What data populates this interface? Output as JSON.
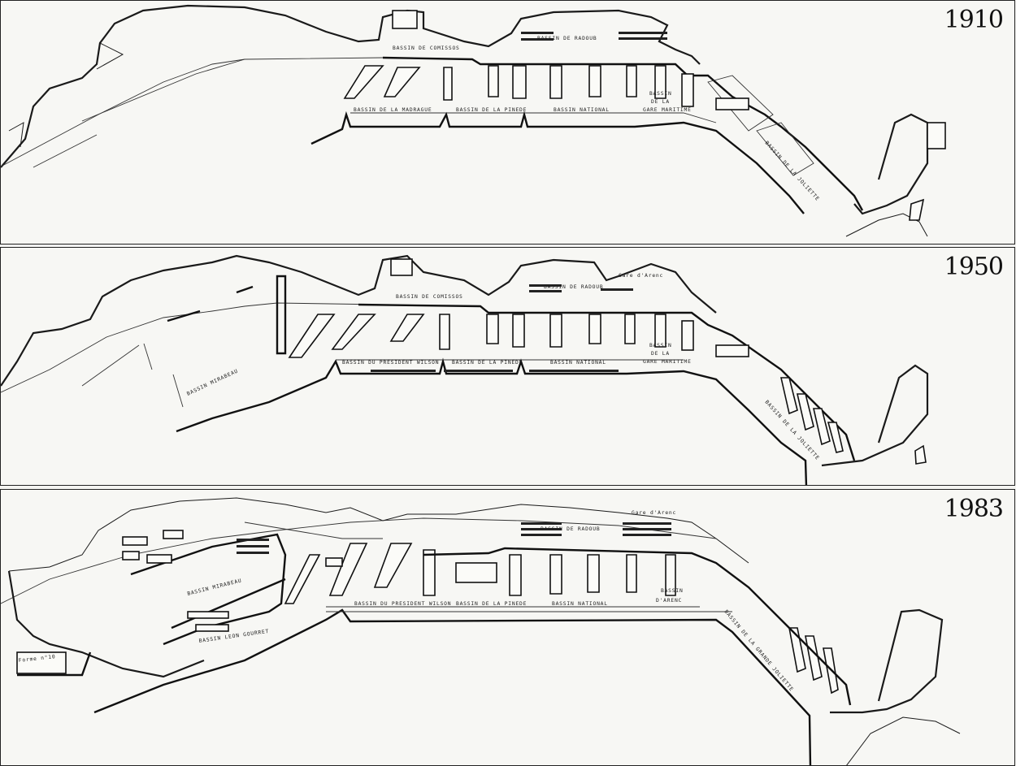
{
  "panels": [
    {
      "year": "1910",
      "labels": {
        "b1": "BASSIN DE COMISSOS",
        "b2": "BASSIN DE RADOUB",
        "b3": "BASSIN DE LA MADRAGUE",
        "b4": "BASSIN DE LA PINEDE",
        "b5": "BASSIN NATIONAL",
        "b6a": "BASSIN",
        "b6b": "DE LA",
        "b6c": "GARE MARITIME",
        "b7": "BASSIN DE LA JOLIETTE"
      }
    },
    {
      "year": "1950",
      "labels": {
        "b1": "BASSIN DE COMISSOS",
        "b2": "BASSIN DE RADOUB",
        "b3": "BASSIN DU PRESIDENT WILSON",
        "b4": "BASSIN DE LA PINEDE",
        "b5": "BASSIN NATIONAL",
        "b6a": "BASSIN",
        "b6b": "DE LA",
        "b6c": "GARE MARITIME",
        "b7": "BASSIN DE LA JOLIETTE",
        "b8": "BASSIN MIRABEAU",
        "b9": "Gare d'Arenc"
      }
    },
    {
      "year": "1983",
      "labels": {
        "b1": "BASSIN MIRABEAU",
        "b2": "BASSIN DE RADOUB",
        "b3": "BASSIN DU PRESIDENT WILSON",
        "b4": "BASSIN DE LA PINEDE",
        "b5": "BASSIN NATIONAL",
        "b6a": "BASSIN",
        "b6b": "D'ARENC",
        "b7": "BASSIN DE LA GRANDE JOLIETTE",
        "b8": "BASSIN LEON GOURRET",
        "b9": "Gare d'Arenc",
        "b10": "Forme n°10"
      }
    }
  ]
}
